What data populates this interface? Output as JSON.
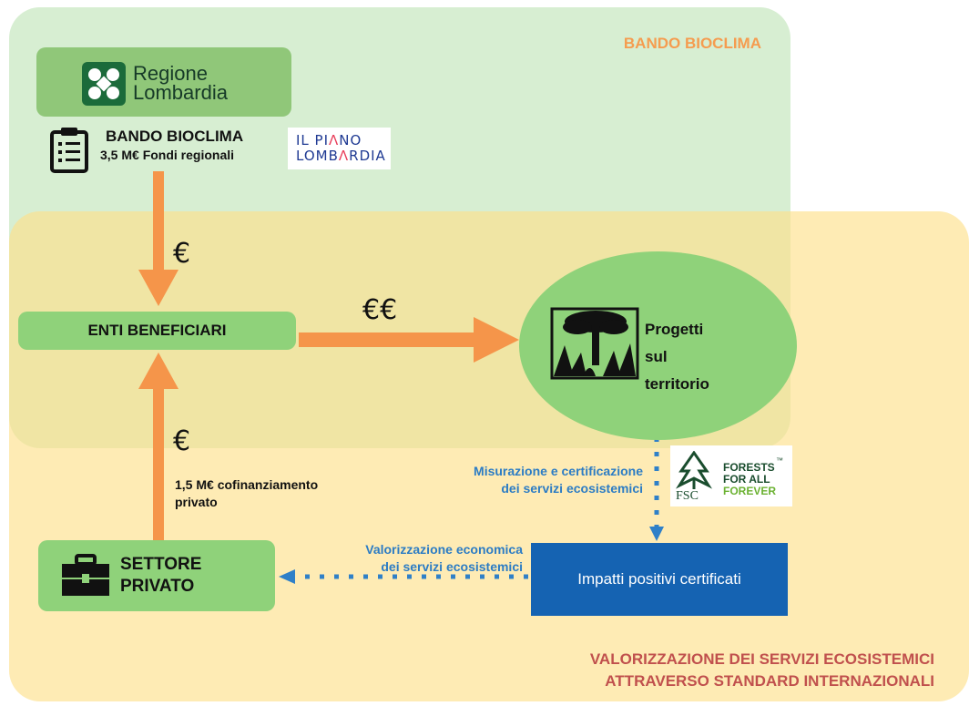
{
  "regions": {
    "bando_title": "BANDO BIOCLIMA",
    "valorizzazione_title_line1": "VALORIZZAZIONE DEI SERVIZI ECOSISTEMICI",
    "valorizzazione_title_line2": "ATTRAVERSO STANDARD INTERNAZIONALI"
  },
  "logos": {
    "regione_line1": "Regione",
    "regione_line2": "Lombardia",
    "piano_line1_a": "IL PI",
    "piano_line1_b": "Λ",
    "piano_line1_c": "NO",
    "piano_line2_a": "LOMB",
    "piano_line2_b": "Λ",
    "piano_line2_c": "RDIA",
    "fsc_text": "FSC",
    "fsc_line1": "FORESTS",
    "fsc_line2": "FOR ALL",
    "fsc_line3": "FOREVER",
    "fsc_tm": "™"
  },
  "bando": {
    "title": "BANDO BIOCLIMA",
    "funds": "3,5 M€ Fondi regionali"
  },
  "nodes": {
    "enti": "ENTI BENEFICIARI",
    "progetti_line1": "Progetti",
    "progetti_line2": "sul",
    "progetti_line3": "territorio",
    "settore_line1": "SETTORE",
    "settore_line2": "PRIVATO",
    "impatti": "Impatti positivi certificati"
  },
  "flows": {
    "euro_top": "€",
    "euro_double": "€€",
    "euro_bottom": "€",
    "cofin_line1": "1,5 M€ cofinanziamento",
    "cofin_line2": "privato",
    "misurazione_line1": "Misurazione e certificazione",
    "misurazione_line2": "dei servizi ecosistemici",
    "valorizzazione_line1": "Valorizzazione economica",
    "valorizzazione_line2": "dei servizi ecosistemici"
  },
  "colors": {
    "orange_arrow": "#f5954a",
    "blue_dotted": "#2f80c8",
    "region_title": "#c0504d",
    "bando_title": "#f59c4f"
  },
  "icons": [
    "clipboard-icon",
    "forest-icon",
    "briefcase-icon",
    "regione-lombardia-logo",
    "fsc-tree-icon"
  ]
}
